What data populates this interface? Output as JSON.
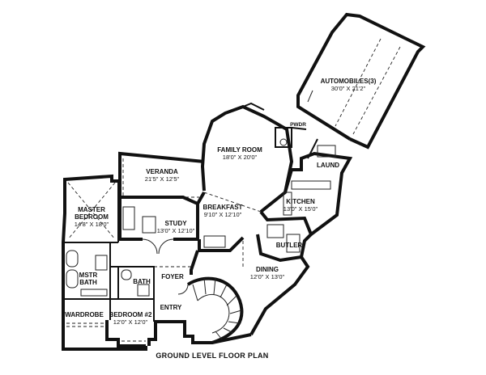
{
  "plan_title": "GROUND LEVEL FLOOR PLAN",
  "rooms": {
    "automobiles": {
      "name": "AUTOMOBILES(3)",
      "dim": "30'0\" X 21'2\""
    },
    "family_room": {
      "name": "FAMILY ROOM",
      "dim": "18'0\" X 20'0\""
    },
    "veranda": {
      "name": "VERANDA",
      "dim": "21'5\" X 12'5\""
    },
    "laund": {
      "name": "LAUND"
    },
    "pwdr": {
      "name": "PWDR"
    },
    "kitchen": {
      "name": "KITCHEN",
      "dim": "13'0\" X 15'0\""
    },
    "breakfast": {
      "name": "BREAKFAST",
      "dim": "9'10\" X 12'10\""
    },
    "master_bedroom": {
      "name": "MASTER",
      "name2": "BEDROOM",
      "dim": "14'8\" X 18'0\""
    },
    "study": {
      "name": "STUDY",
      "dim": "13'0\" X 12'10\""
    },
    "butler": {
      "name": "BUTLER"
    },
    "dining": {
      "name": "DINING",
      "dim": "12'0\" X 13'0\""
    },
    "mstr_bath": {
      "name": "MSTR",
      "name2": "BATH"
    },
    "foyer": {
      "name": "FOYER"
    },
    "bath": {
      "name": "BATH"
    },
    "wardrobe": {
      "name": "WARDROBE"
    },
    "bedroom2": {
      "name": "BEDROOM #2",
      "dim": "12'0\" X 12'0\""
    },
    "entry": {
      "name": "ENTRY"
    }
  }
}
